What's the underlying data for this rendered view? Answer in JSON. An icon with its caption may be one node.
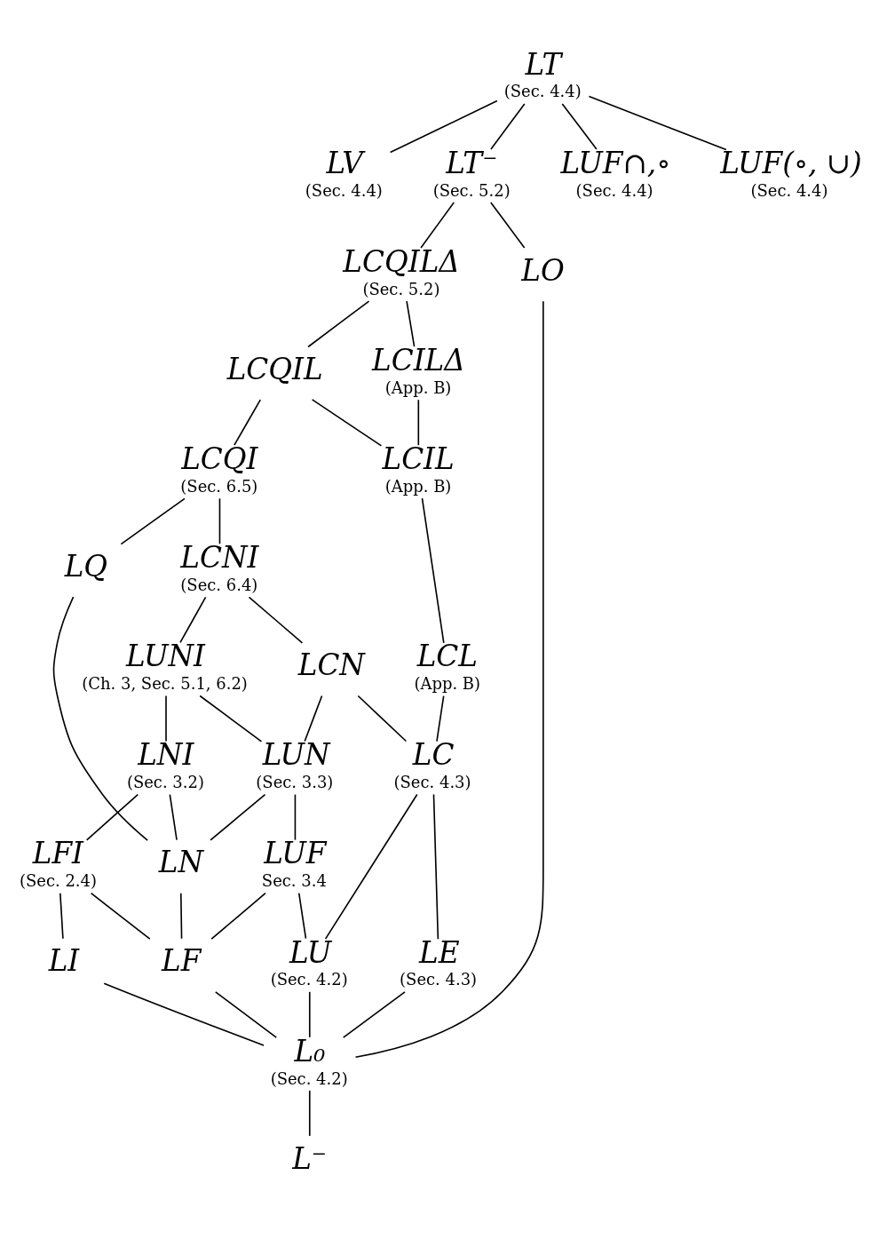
{
  "diagram": {
    "nodes": [
      {
        "text": [
          "LT",
          "(Sec. 4.4)"
        ]
      },
      {
        "text": [
          "LV",
          "(Sec. 4.4)"
        ]
      },
      {
        "text": [
          "LT⁻",
          "(Sec. 5.2)"
        ]
      },
      {
        "text": [
          "LUF∩,∘",
          "(Sec. 4.4)"
        ]
      },
      {
        "text": [
          "LUF(∘, ∪)",
          "(Sec. 4.4)"
        ]
      },
      {
        "text": [
          "LCQILΔ",
          "(Sec. 5.2)"
        ]
      },
      {
        "text": [
          "LCILΔ",
          "(App. B)"
        ]
      },
      {
        "text": [
          "LCQIL"
        ]
      },
      {
        "text": [
          "LCQI",
          "(Sec. 6.5)"
        ]
      },
      {
        "text": [
          "LCIL",
          "(App. B)"
        ]
      },
      {
        "text": [
          "LCNI",
          "(Sec. 6.4)"
        ]
      },
      {
        "text": [
          "LCL",
          "(App. B)"
        ]
      },
      {
        "text": [
          "LCN"
        ]
      },
      {
        "text": [
          "LUNI",
          "(Ch. 3, Sec. 5.1, 6.2)"
        ]
      },
      {
        "text": [
          "LUN",
          "(Sec. 3.3)"
        ]
      },
      {
        "text": [
          "LQ"
        ]
      },
      {
        "text": [
          "LNI",
          "(Sec. 3.2)"
        ]
      },
      {
        "text": [
          "LC",
          "(Sec. 4.3)"
        ]
      },
      {
        "text": [
          "LUF",
          "Sec. 3.4"
        ]
      },
      {
        "text": [
          "LN"
        ]
      },
      {
        "text": [
          "LFI",
          "(Sec. 2.4)"
        ]
      },
      {
        "text": [
          "LE",
          "(Sec. 4.3)"
        ]
      },
      {
        "text": [
          "LU",
          "(Sec. 4.2)"
        ]
      },
      {
        "text": [
          "LF"
        ]
      },
      {
        "text": [
          "LI"
        ]
      },
      {
        "text": [
          "LO"
        ]
      },
      {
        "text": [
          "L₀",
          "(Sec. 4.2)"
        ]
      },
      {
        "text": [
          "L⁻"
        ]
      }
    ],
    "edges": [
      {
        "from": 0,
        "to": 1,
        "arrow": "none"
      },
      {
        "from": 0,
        "to": 2,
        "arrow": "none"
      },
      {
        "from": 0,
        "to": 3,
        "arrow": "none"
      },
      {
        "from": 0,
        "to": 4,
        "arrow": "none"
      },
      {
        "from": 2,
        "to": 5,
        "arrow": "none"
      },
      {
        "from": 2,
        "to": 25,
        "arrow": "none"
      },
      {
        "from": 5,
        "to": 6,
        "arrow": "none"
      },
      {
        "from": 5,
        "to": 7,
        "arrow": "none"
      },
      {
        "from": 6,
        "to": 9,
        "arrow": "none"
      },
      {
        "from": 7,
        "to": 9,
        "arrow": "none"
      },
      {
        "from": 7,
        "to": 8,
        "arrow": "none"
      },
      {
        "from": 8,
        "to": 10,
        "arrow": "none"
      },
      {
        "from": 8,
        "to": 15,
        "arrow": "none"
      },
      {
        "from": 9,
        "to": 11,
        "arrow": "none"
      },
      {
        "from": 11,
        "to": 17,
        "arrow": "none"
      },
      {
        "from": 10,
        "to": 12,
        "arrow": "none"
      },
      {
        "from": 10,
        "to": 13,
        "arrow": "none"
      },
      {
        "from": 12,
        "to": 17,
        "arrow": "none"
      },
      {
        "from": 12,
        "to": 14,
        "arrow": "none"
      },
      {
        "from": 13,
        "to": 14,
        "arrow": "none"
      },
      {
        "from": 13,
        "to": 16,
        "arrow": "none"
      },
      {
        "from": 14,
        "to": 18,
        "arrow": "none"
      },
      {
        "from": 14,
        "to": 19,
        "arrow": "none"
      },
      {
        "from": 16,
        "to": 19,
        "arrow": "none"
      },
      {
        "from": 16,
        "to": 20,
        "arrow": "none"
      },
      {
        "from": 15,
        "to": 19,
        "arrow": "none"
      },
      {
        "from": 17,
        "to": 21,
        "arrow": "none"
      },
      {
        "from": 17,
        "to": 22,
        "arrow": "none"
      },
      {
        "from": 18,
        "to": 22,
        "arrow": "none"
      },
      {
        "from": 18,
        "to": 23,
        "arrow": "none"
      },
      {
        "from": 20,
        "to": 23,
        "arrow": "none"
      },
      {
        "from": 19,
        "to": 23,
        "arrow": "none"
      },
      {
        "from": 20,
        "to": 24,
        "arrow": "none"
      },
      {
        "from": 21,
        "to": 26,
        "arrow": "none"
      },
      {
        "from": 22,
        "to": 26,
        "arrow": "none"
      },
      {
        "from": 23,
        "to": 26,
        "arrow": "none"
      },
      {
        "from": 24,
        "to": 26,
        "arrow": "none"
      },
      {
        "from": 25,
        "to": 26,
        "arrow": "none"
      },
      {
        "from": 26,
        "to": 27,
        "arrow": "none"
      }
    ]
  }
}
